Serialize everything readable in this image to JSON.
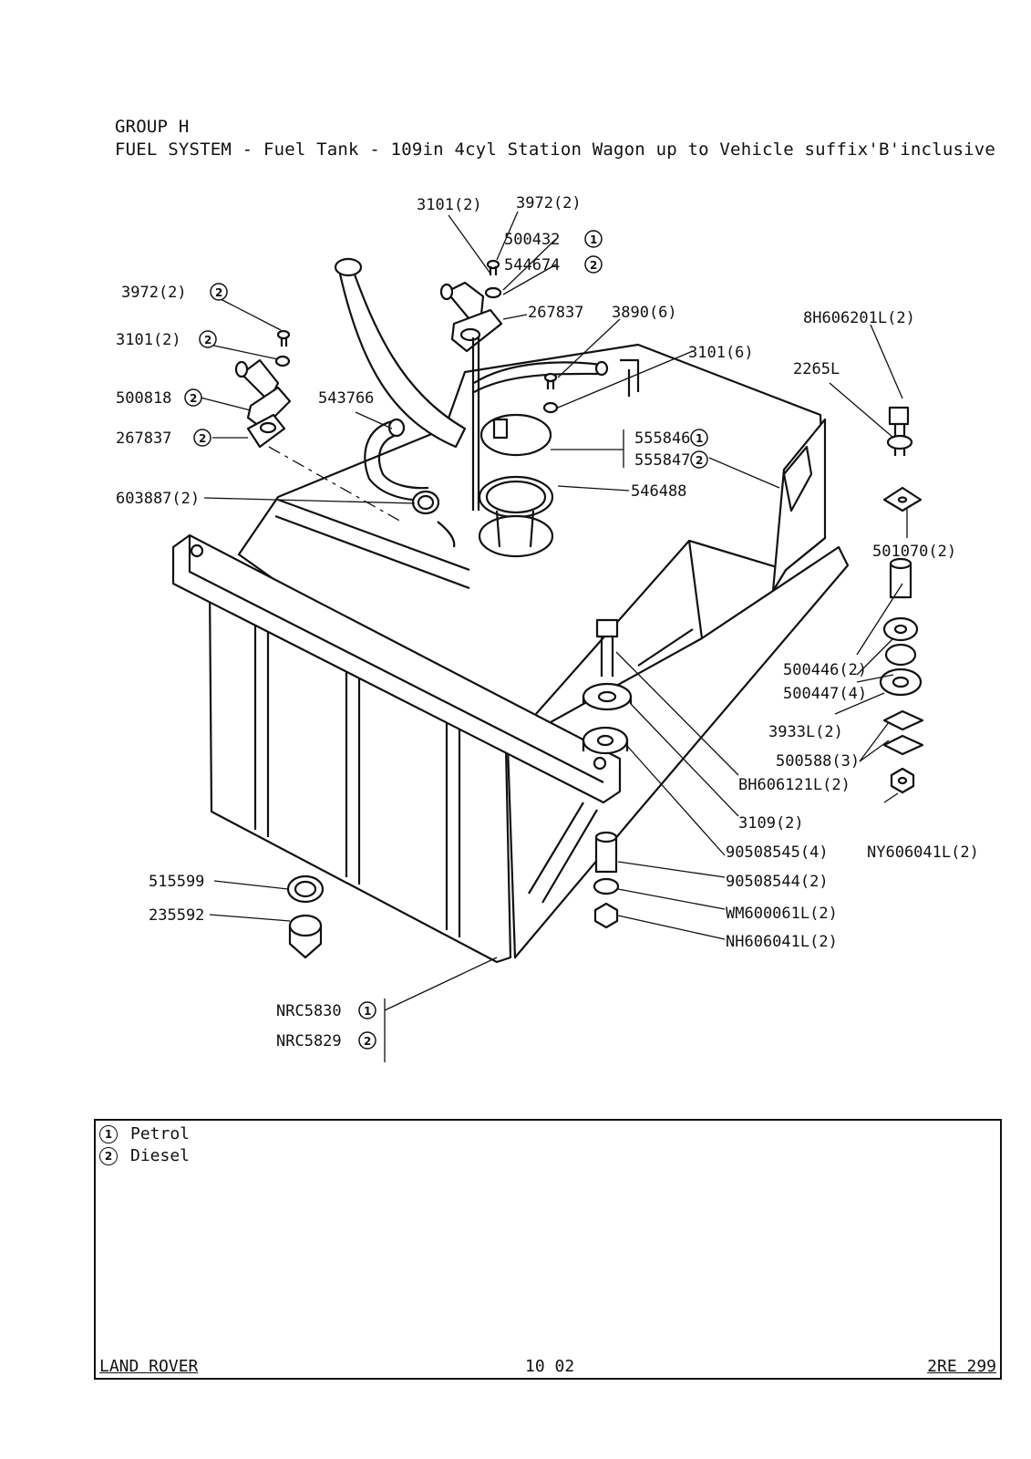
{
  "header": {
    "group": "GROUP H",
    "title": "FUEL SYSTEM - Fuel Tank - 109in 4cyl Station Wagon up to Vehicle suffix'B'inclusive"
  },
  "callouts": {
    "c_3101_2_top": "3101(2)",
    "c_3972_2_top": "3972(2)",
    "c_500432": "500432",
    "c_544674": "544674",
    "c_267837_top": "267837",
    "c_3890": "3890(6)",
    "c_3101_6": "3101(6)",
    "c_8h606201l": "8H606201L(2)",
    "c_2265l": "2265L",
    "c_3972_left": "3972(2)",
    "c_3101_left": "3101(2)",
    "c_500818": "500818",
    "c_267837_left": "267837",
    "c_543766": "543766",
    "c_555846": "555846",
    "c_555847": "555847",
    "c_546488": "546488",
    "c_603887": "603887(2)",
    "c_501070": "501070(2)",
    "c_500446": "500446(2)",
    "c_500447": "500447(4)",
    "c_3933l": "3933L(2)",
    "c_500588": "500588(3)",
    "c_bh606121l": "BH606121L(2)",
    "c_3109": "3109(2)",
    "c_90508545": "90508545(4)",
    "c_ny606041l": "NY606041L(2)",
    "c_90508544": "90508544(2)",
    "c_wm600061l": "WM600061L(2)",
    "c_nh606041l": "NH606041L(2)",
    "c_515599": "515599",
    "c_235592": "235592",
    "c_nrc5830": "NRC5830",
    "c_nrc5829": "NRC5829",
    "n1": "1",
    "n2": "2"
  },
  "legend": {
    "items": [
      {
        "mark": "1",
        "label": "Petrol"
      },
      {
        "mark": "2",
        "label": "Diesel"
      }
    ]
  },
  "footer": {
    "brand": "LAND ROVER",
    "date": "10 02",
    "ref": "2RE 299"
  }
}
